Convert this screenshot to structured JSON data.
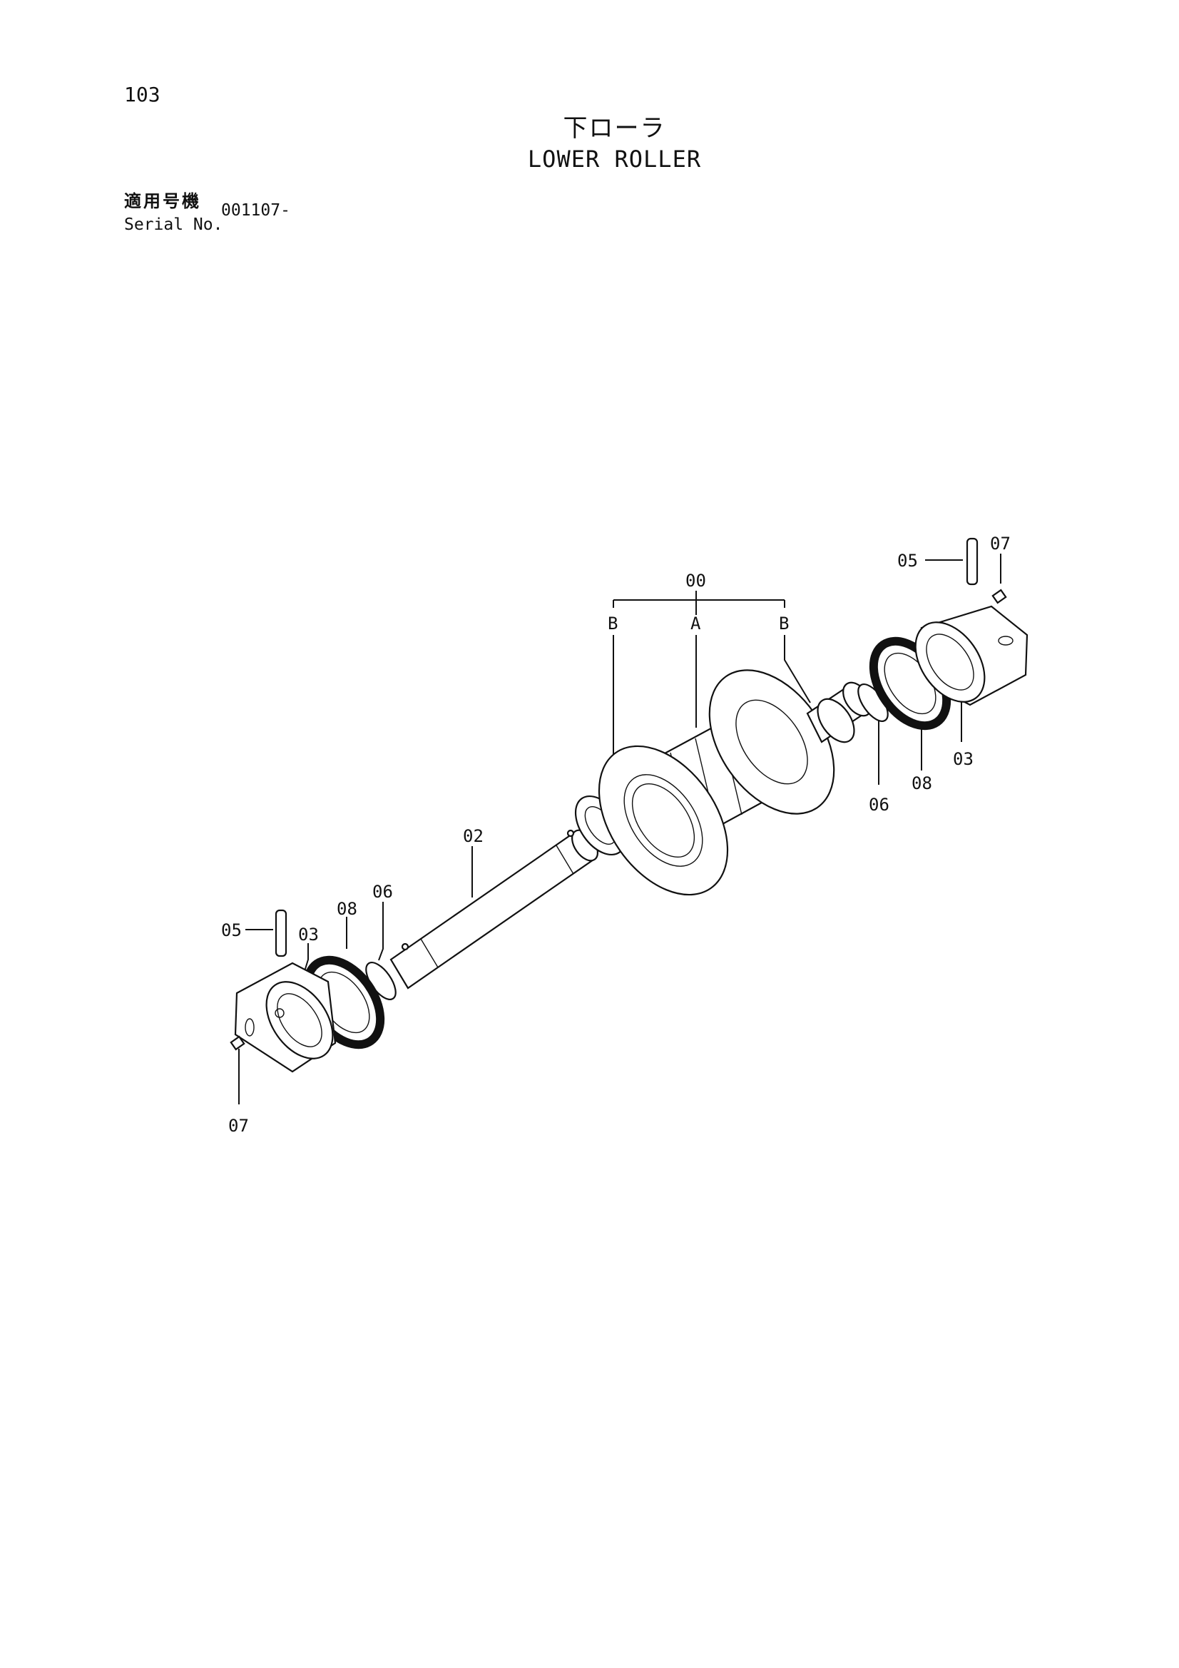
{
  "header": {
    "page_number": "103",
    "title_jp": "下ローラ",
    "title_en": "LOWER ROLLER",
    "serial_label_jp": "適用号機",
    "serial_label_en": "Serial No.",
    "serial_value": "001107-"
  },
  "callouts": {
    "assembly": "00",
    "sub_b_left": "B",
    "sub_a": "A",
    "sub_b_right": "B",
    "shaft": "02",
    "collar_left": "03",
    "collar_right": "03",
    "pin_left": "05",
    "pin_right": "05",
    "oring_left": "06",
    "oring_right": "06",
    "plug_left": "07",
    "plug_right": "07",
    "seal_left": "08",
    "seal_right": "08"
  }
}
